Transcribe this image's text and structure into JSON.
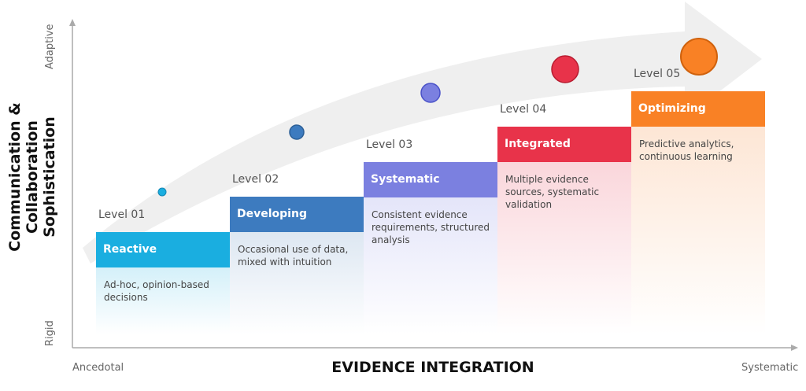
{
  "y_axis": {
    "title": "Communication & Collaboration Sophistication",
    "high": "Adaptive",
    "low": "Rigid"
  },
  "x_axis": {
    "title": "EVIDENCE INTEGRATION",
    "low": "Ancedotal",
    "high": "Systematic"
  },
  "levels": [
    {
      "level": "Level 01",
      "name": "Reactive",
      "desc": "Ad-hoc, opinion-based decisions",
      "color": "#1aaee0",
      "tint": "#d4f0f9"
    },
    {
      "level": "Level 02",
      "name": "Developing",
      "desc": "Occasional use of data, mixed with intuition",
      "color": "#3d7bbf",
      "tint": "#dde7f2"
    },
    {
      "level": "Level 03",
      "name": "Systematic",
      "desc": "Consistent evidence requirements, structured analysis",
      "color": "#7b80e0",
      "tint": "#e4e5f9"
    },
    {
      "level": "Level 04",
      "name": "Integrated",
      "desc": "Multiple evidence sources, systematic validation",
      "color": "#e8334a",
      "tint": "#fad6db"
    },
    {
      "level": "Level 05",
      "name": "Optimizing",
      "desc": "Predictive analytics, continuous learning",
      "color": "#f98125",
      "tint": "#fde6d5"
    }
  ]
}
